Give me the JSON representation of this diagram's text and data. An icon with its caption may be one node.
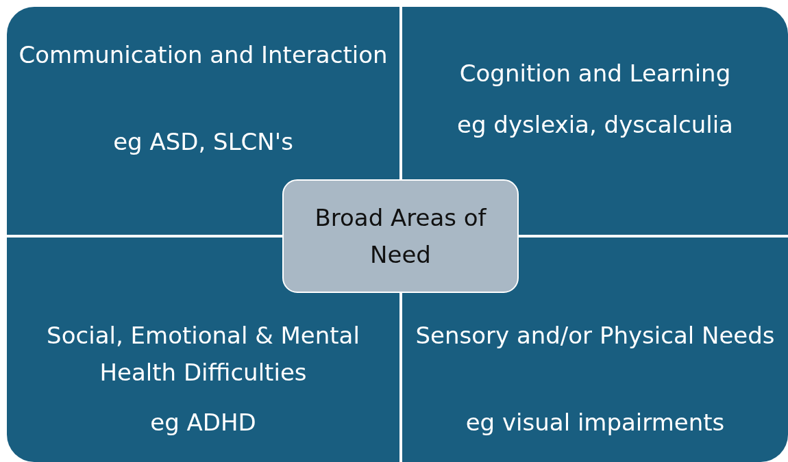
{
  "diagram": {
    "nodes": [
      {
        "text": [
          "Communication and Interaction",
          "eg ASD, SLCN's"
        ]
      },
      {
        "text": [
          "Cognition and Learning",
          "eg dyslexia, dyscalculia"
        ]
      },
      {
        "text": [
          "Broad Areas of Need"
        ]
      },
      {
        "text": [
          "Social, Emotional & Mental Health Difficulties",
          "eg ADHD"
        ]
      },
      {
        "text": [
          "Sensory and/or Physical Needs",
          "eg visual impairments"
        ]
      }
    ],
    "edges": []
  }
}
